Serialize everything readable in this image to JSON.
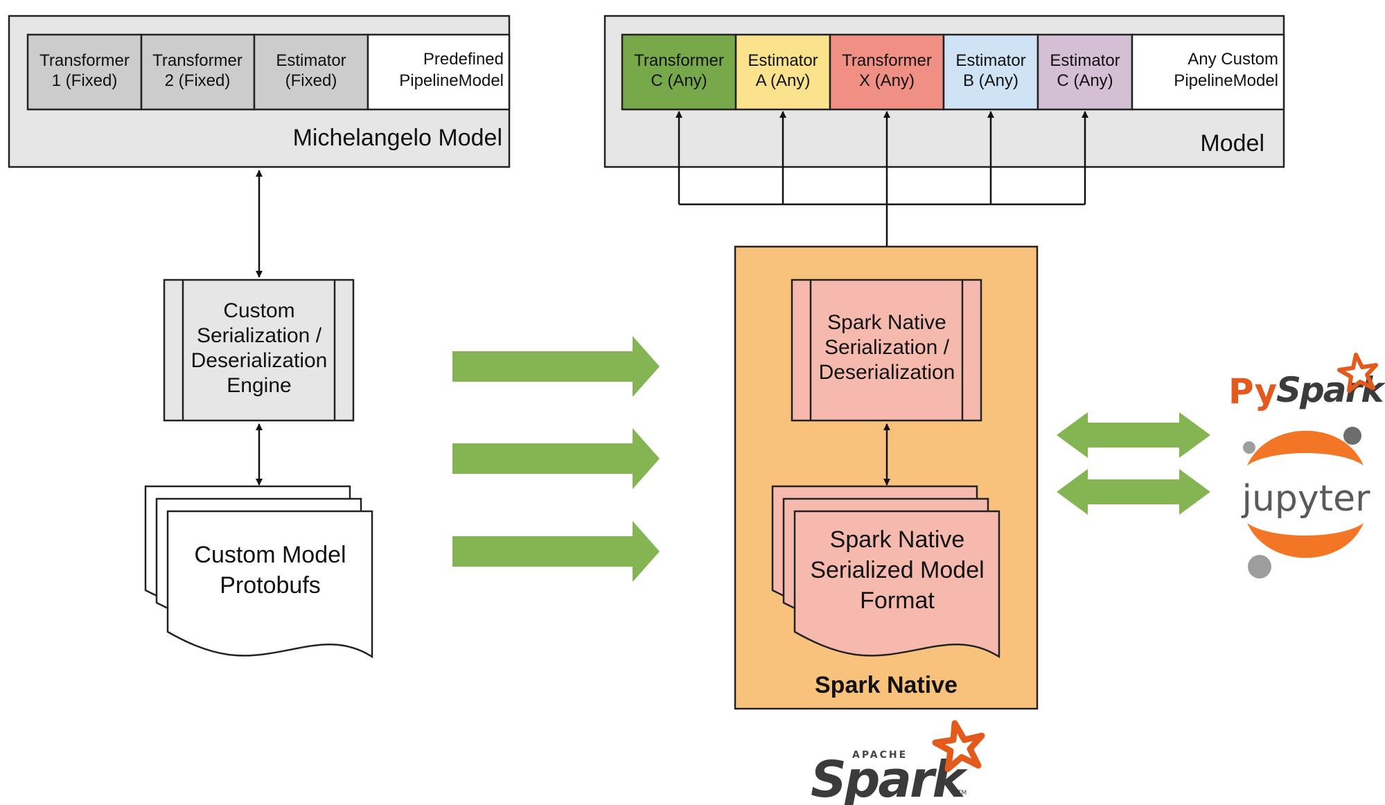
{
  "colors": {
    "model_bg": "#e6e6e6",
    "fixed_cell": "#cccccc",
    "transformer_c": "#77a94a",
    "estimator_a": "#fbe28c",
    "transformer_x": "#f09084",
    "estimator_b": "#cfe3f5",
    "estimator_c": "#d5bfd4",
    "spark_native_bg": "#f8c27d",
    "spark_inner": "#f6b9ae",
    "green_arrow": "#85b453",
    "spark_logo": "#e25a1c",
    "jupyter_orange": "#f37626",
    "jupyter_gray": "#9e9e9e"
  },
  "left_model": {
    "title": "Michelangelo Model",
    "cells": [
      {
        "line1": "Transformer",
        "line2": "1 (Fixed)"
      },
      {
        "line1": "Transformer",
        "line2": "2 (Fixed)"
      },
      {
        "line1": "Estimator",
        "line2": "(Fixed)"
      }
    ],
    "pipeline": {
      "line1": "Predefined",
      "line2": "PipelineModel"
    }
  },
  "right_model": {
    "title": "Model",
    "cells": [
      {
        "line1": "Transformer",
        "line2": "C (Any)"
      },
      {
        "line1": "Estimator",
        "line2": "A (Any)"
      },
      {
        "line1": "Transformer",
        "line2": "X (Any)"
      },
      {
        "line1": "Estimator",
        "line2": "B (Any)"
      },
      {
        "line1": "Estimator",
        "line2": "C (Any)"
      }
    ],
    "pipeline": {
      "line1": "Any Custom",
      "line2": "PipelineModel"
    }
  },
  "custom_engine": {
    "lines": [
      "Custom",
      "Serialization /",
      "Deserialization",
      "Engine"
    ]
  },
  "custom_protobufs": {
    "lines": [
      "Custom Model",
      "Protobufs"
    ]
  },
  "spark_native": {
    "label": "Spark Native",
    "serde": {
      "lines": [
        "Spark Native",
        "Serialization /",
        "Deserialization"
      ]
    },
    "format": {
      "lines": [
        "Spark Native",
        "Serialized Model",
        "Format"
      ]
    }
  },
  "logos": {
    "apache_small": "APACHE",
    "spark": "Spark",
    "tm": "TM",
    "pyspark_py": "Py",
    "pyspark_spark": "Spark",
    "jupyter": "jupyter"
  },
  "icons": [
    "spark-star-icon",
    "pyspark-star-icon",
    "jupyter-moon-icon"
  ]
}
